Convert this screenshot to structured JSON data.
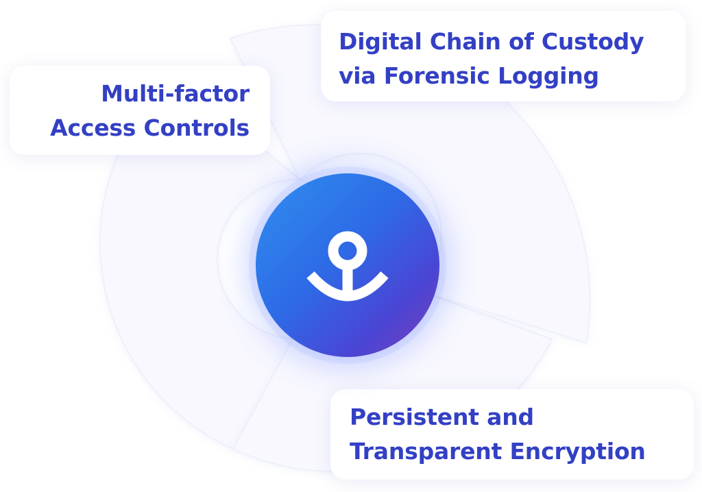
{
  "diagram": {
    "segments": [
      {
        "lines": [
          "Multi-factor",
          "Access Controls"
        ]
      },
      {
        "lines": [
          "Digital Chain of Custody",
          "via Forensic Logging"
        ]
      },
      {
        "lines": [
          "Persistent and",
          "Transparent Encryption"
        ]
      }
    ],
    "hub_icon": "anchor-person-icon",
    "colors": {
      "label_text": "#3340c4",
      "hub_gradient_start": "#2f8fef",
      "hub_gradient_end": "#7b3fba",
      "segment_fill": "#f8f8fe",
      "background": "#ffffff"
    }
  }
}
